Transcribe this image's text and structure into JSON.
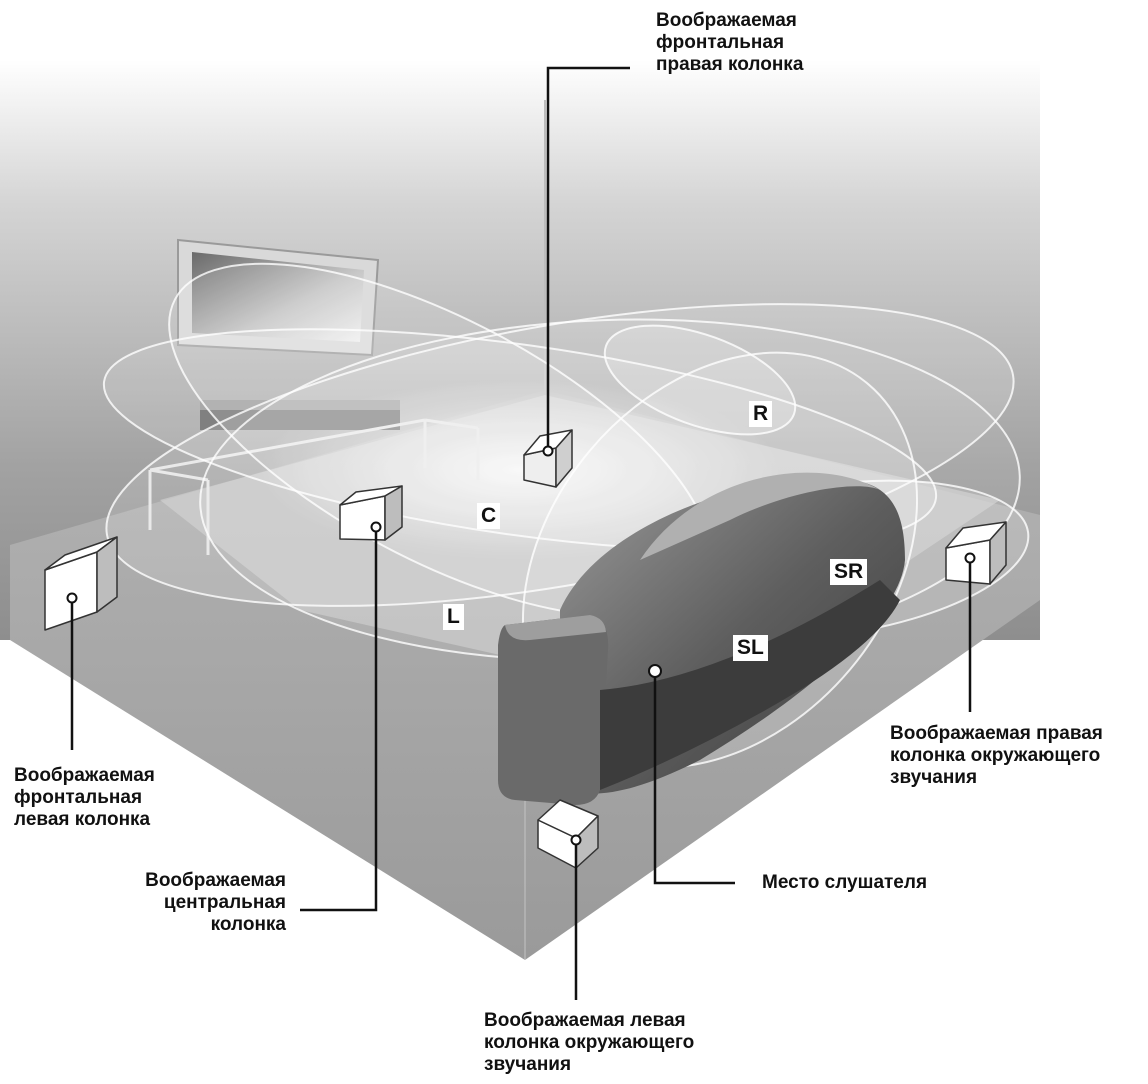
{
  "labels": {
    "front_right": "Воображаемая\nфронтальная\nправая колонка",
    "front_left": "Воображаемая\nфронтальная\nлевая колонка",
    "center": "Воображаемая\nцентральная\nколонка",
    "surround_right": "Воображаемая правая\nколонка окружающего\nзвучания",
    "surround_left": "Воображаемая левая\nколонка окружающего\nзвучания",
    "listener": "Место слушателя"
  },
  "channels": {
    "r": "R",
    "c": "C",
    "l": "L",
    "sr": "SR",
    "sl": "SL"
  },
  "icons": [
    "tv-icon",
    "speaker-box-icon",
    "sofa-icon",
    "listener-point-icon"
  ]
}
